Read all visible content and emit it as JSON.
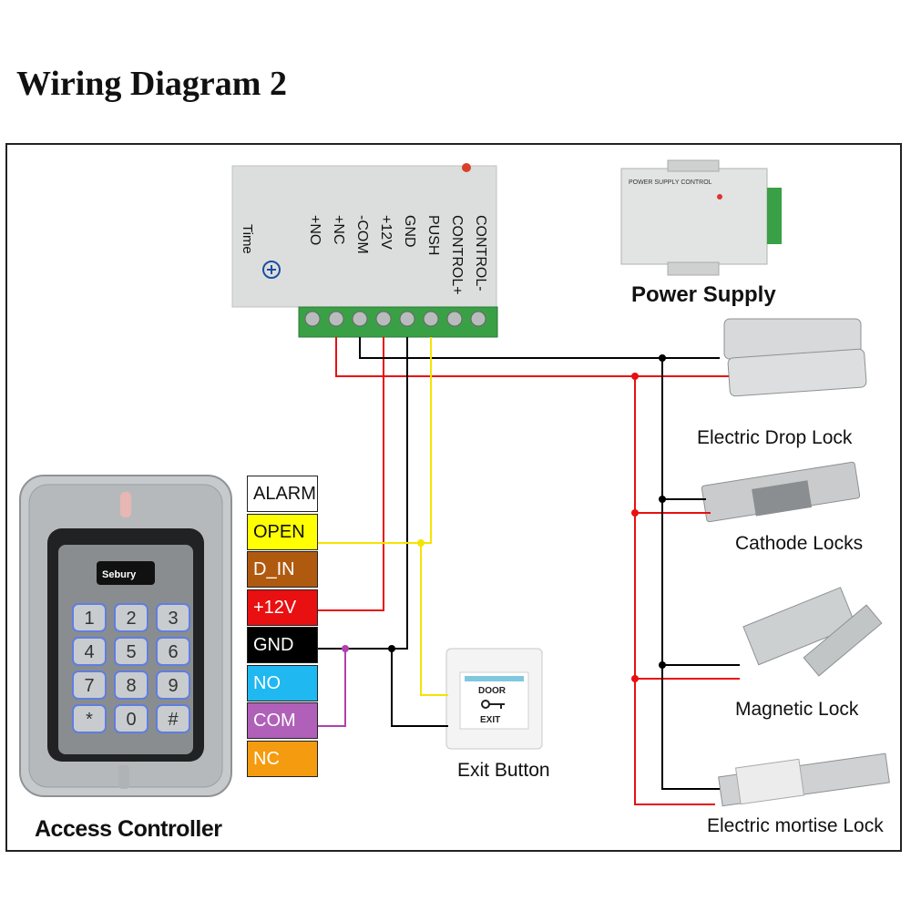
{
  "title": "Wiring Diagram 2",
  "power_supply": {
    "label": "Power Supply",
    "terminals": [
      "+NO",
      "+NC",
      "-COM",
      "+12V",
      "GND",
      "PUSH",
      "CONTROL+",
      "CONTROL-"
    ],
    "time_label": "Time",
    "photo_header": "POWER SUPPLY CONTROL"
  },
  "access_controller": {
    "label": "Access Controller",
    "brand": "Sebury",
    "keys": [
      "1",
      "2",
      "3",
      "4",
      "5",
      "6",
      "7",
      "8",
      "9",
      "*",
      "0",
      "#"
    ],
    "terminals": [
      {
        "name": "ALARM",
        "color": "#ffffff",
        "text_color": "#111111"
      },
      {
        "name": "OPEN",
        "color": "#ffff00",
        "text_color": "#111111"
      },
      {
        "name": "D_IN",
        "color": "#b05a10",
        "text_color": "#ffffff"
      },
      {
        "name": "+12V",
        "color": "#e81010",
        "text_color": "#ffffff"
      },
      {
        "name": "GND",
        "color": "#000000",
        "text_color": "#ffffff"
      },
      {
        "name": "NO",
        "color": "#20b8f0",
        "text_color": "#ffffff"
      },
      {
        "name": "COM",
        "color": "#b060b8",
        "text_color": "#ffffff"
      },
      {
        "name": "NC",
        "color": "#f59b10",
        "text_color": "#ffffff"
      }
    ]
  },
  "exit_button": {
    "label": "Exit Button",
    "door": "DOOR",
    "exit": "EXIT"
  },
  "locks": [
    {
      "label": "Electric Drop Lock"
    },
    {
      "label": "Cathode Locks"
    },
    {
      "label": "Magnetic Lock"
    },
    {
      "label": "Electric mortise Lock"
    }
  ],
  "colors": {
    "red_wire": "#e81010",
    "black_wire": "#000000",
    "yellow_wire": "#f5e300",
    "purple_wire": "#b040b0"
  }
}
